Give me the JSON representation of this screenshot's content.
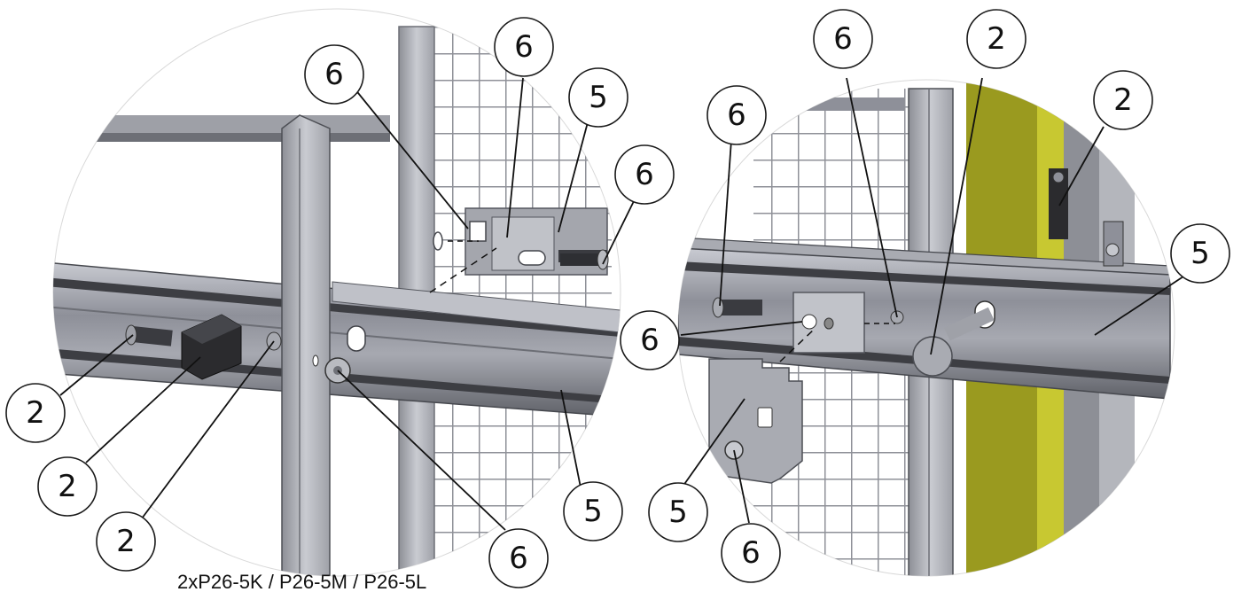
{
  "caption": "2xP26-5K / P26-5M / P26-5L",
  "colors": {
    "rail": "#8e9099",
    "rail_dark": "#5f6168",
    "rail_light": "#c3c5cc",
    "mesh": "#9a9ca3",
    "post": "#b9bbc1",
    "yellow_panel": "#9a9a1f",
    "block": "#2b2b2e"
  },
  "callouts": [
    {
      "id": "L6a",
      "label": "6"
    },
    {
      "id": "L6b",
      "label": "6"
    },
    {
      "id": "L5a",
      "label": "5"
    },
    {
      "id": "L6c",
      "label": "6"
    },
    {
      "id": "L2a",
      "label": "2"
    },
    {
      "id": "L2b",
      "label": "2"
    },
    {
      "id": "L2c",
      "label": "2"
    },
    {
      "id": "L6d",
      "label": "6"
    },
    {
      "id": "L5b",
      "label": "5"
    },
    {
      "id": "R6a",
      "label": "6"
    },
    {
      "id": "R2a",
      "label": "2"
    },
    {
      "id": "R2b",
      "label": "2"
    },
    {
      "id": "R6b",
      "label": "6"
    },
    {
      "id": "R5a",
      "label": "5"
    },
    {
      "id": "R6c",
      "label": "6"
    },
    {
      "id": "R5b",
      "label": "5"
    },
    {
      "id": "R6d",
      "label": "6"
    }
  ]
}
